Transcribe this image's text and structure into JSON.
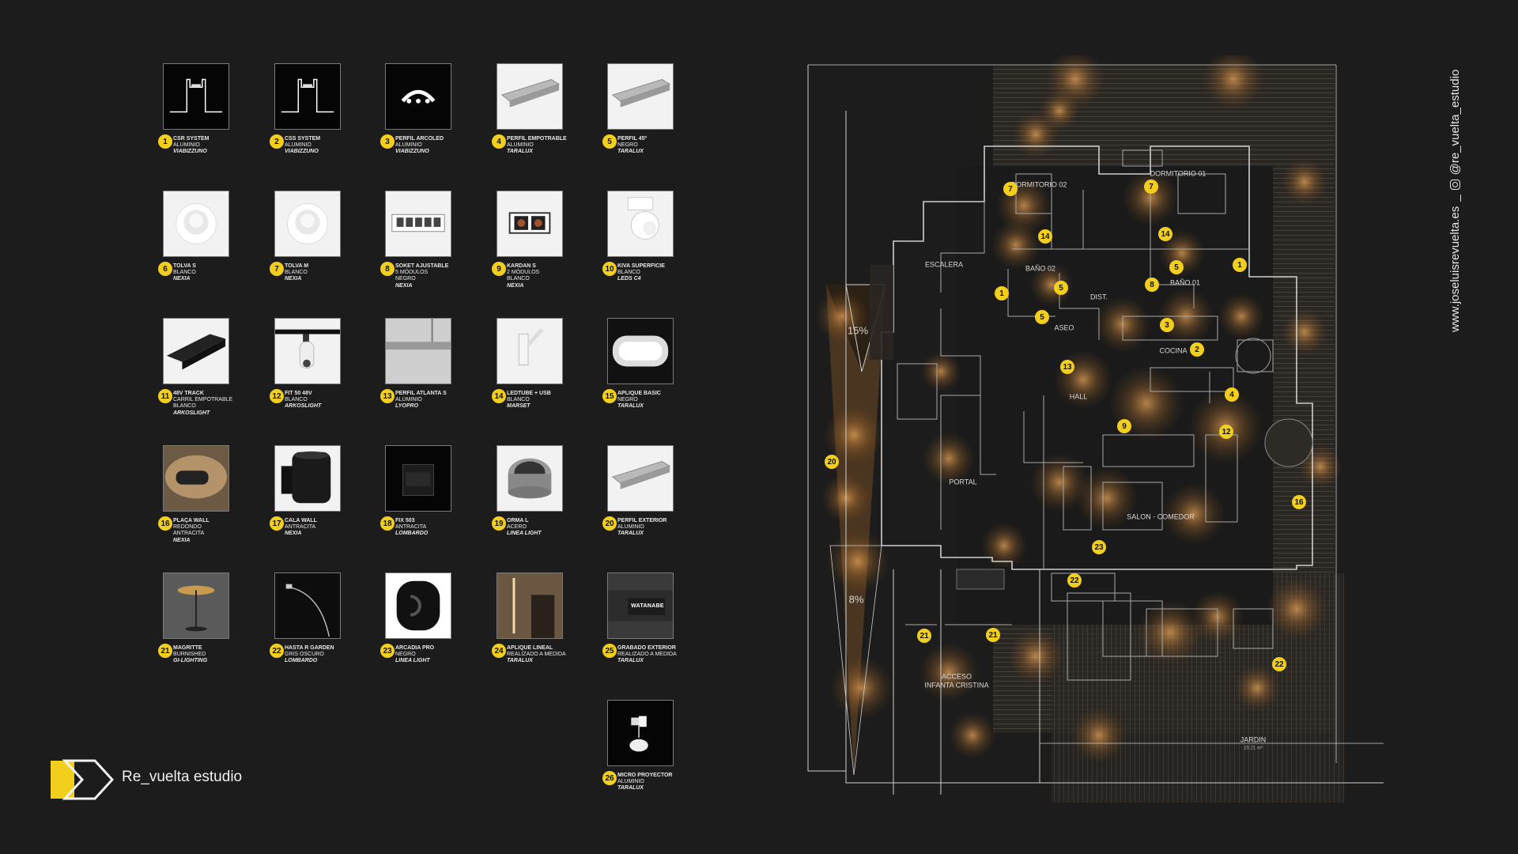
{
  "brand": {
    "name": "Re_vuelta estudio",
    "accent": "#f2cf1d"
  },
  "sidebar": {
    "website": "www.joseluisrevuelta.es",
    "separator": "_",
    "instagram": "@re_vuelta_estudio",
    "instagram_icon": "instagram-icon"
  },
  "catalog": [
    {
      "n": "1",
      "lines": [
        "CSR SYSTEM",
        "ALUMINIO",
        "VIABIZZUNO"
      ],
      "thumb": "dark",
      "icon": "profile-section-icon"
    },
    {
      "n": "2",
      "lines": [
        "CSS SYSTEM",
        "ALUMINIO",
        "VIABIZZUNO"
      ],
      "thumb": "dark",
      "icon": "profile-section-icon"
    },
    {
      "n": "3",
      "lines": [
        "PERFIL ARCOLED",
        "ALUMINIO",
        "VIABIZZUNO"
      ],
      "thumb": "dark",
      "icon": "arc-profile-icon"
    },
    {
      "n": "4",
      "lines": [
        "PERFIL EMPOTRABLE",
        "ALUMINIO",
        "TARALUX"
      ],
      "thumb": "light",
      "icon": "linear-profile-icon"
    },
    {
      "n": "5",
      "lines": [
        "PERFIL 45º",
        "NEGRO",
        "TARALUX"
      ],
      "thumb": "light",
      "icon": "linear-profile-icon"
    },
    {
      "n": "6",
      "lines": [
        "TOLVA S",
        "BLANCO",
        "NEXIA"
      ],
      "thumb": "light",
      "icon": "downlight-icon"
    },
    {
      "n": "7",
      "lines": [
        "TOLVA M",
        "BLANCO",
        "NEXIA"
      ],
      "thumb": "light",
      "icon": "downlight-icon"
    },
    {
      "n": "8",
      "lines": [
        "SOKET AJUSTABLE",
        "5 MÓDULOS",
        "NEGRO",
        "NEXIA"
      ],
      "thumb": "light",
      "icon": "multi-spot-icon"
    },
    {
      "n": "9",
      "lines": [
        "KARDAN S",
        "2 MÓDULOS",
        "BLANCO",
        "NEXIA"
      ],
      "thumb": "light",
      "icon": "double-spot-icon"
    },
    {
      "n": "10",
      "lines": [
        "KIVA SUPERFICIE",
        "BLANCO",
        "LEDS C4"
      ],
      "thumb": "light",
      "icon": "surface-spot-icon"
    },
    {
      "n": "11",
      "lines": [
        "48V TRACK",
        "CARRIL EMPOTRABLE",
        "BLANCO",
        "ARKOSLIGHT"
      ],
      "thumb": "light",
      "icon": "track-icon"
    },
    {
      "n": "12",
      "lines": [
        "FIT 50 48V",
        "BLANCO",
        "ARKOSLIGHT"
      ],
      "thumb": "light",
      "icon": "track-spot-icon"
    },
    {
      "n": "13",
      "lines": [
        "PERFIL ATLANTA S",
        "ALUMINIO",
        "LYOPRO"
      ],
      "thumb": "light",
      "icon": "pendant-profile-icon"
    },
    {
      "n": "14",
      "lines": [
        "LEDTUBE + USB",
        "BLANCO",
        "MARSET"
      ],
      "thumb": "light",
      "icon": "reading-light-icon"
    },
    {
      "n": "15",
      "lines": [
        "APLIQUE BASIC",
        "NEGRO",
        "TARALUX"
      ],
      "thumb": "light",
      "icon": "oval-sconce-icon"
    },
    {
      "n": "16",
      "lines": [
        "PLAÇA WALL",
        "REDONDO",
        "ANTRACITA",
        "NEXIA"
      ],
      "thumb": "dark",
      "icon": "wall-light-icon"
    },
    {
      "n": "17",
      "lines": [
        "CALA WALL",
        "ANTRACITA",
        "NEXIA"
      ],
      "thumb": "light",
      "icon": "cylinder-wall-icon"
    },
    {
      "n": "18",
      "lines": [
        "FIX 503",
        "ANTRACITA",
        "LOMBARDO"
      ],
      "thumb": "dark",
      "icon": "step-light-icon"
    },
    {
      "n": "19",
      "lines": [
        "ORMA L",
        "ACERO",
        "LINEA LIGHT"
      ],
      "thumb": "light",
      "icon": "inground-light-icon"
    },
    {
      "n": "20",
      "lines": [
        "PERFIL EXTERIOR",
        "ALUMINIO",
        "TARALUX"
      ],
      "thumb": "light",
      "icon": "linear-profile-icon"
    },
    {
      "n": "21",
      "lines": [
        "MAGRITTE",
        "BURNISHED",
        "GI-LIGHTING"
      ],
      "thumb": "dark",
      "icon": "floor-lamp-icon"
    },
    {
      "n": "22",
      "lines": [
        "HASTA R GARDEN",
        "GRIS OSCURO",
        "LOMBARDO"
      ],
      "thumb": "dark",
      "icon": "garden-arc-icon"
    },
    {
      "n": "23",
      "lines": [
        "ARCADIA PRO",
        "NEGRO",
        "LINEA LIGHT"
      ],
      "thumb": "light",
      "icon": "arcadia-light-icon"
    },
    {
      "n": "24",
      "lines": [
        "APLIQUE LINEAL",
        "REALIZADO A MEDIDA",
        "TARALUX"
      ],
      "thumb": "dark",
      "icon": "linear-wall-icon"
    },
    {
      "n": "25",
      "lines": [
        "GRABADO EXTERIOR",
        "REALIZADO A MEDIDA",
        "TARALUX"
      ],
      "thumb": "dark",
      "icon": "sign-plate-icon",
      "sign": "WATANABE"
    },
    {
      "n": "26",
      "lines": [
        "MICRO PROYECTOR",
        "ALUMINIO",
        "TARALUX"
      ],
      "thumb": "dark",
      "icon": "projector-icon"
    }
  ],
  "plan": {
    "rooms": [
      "DORMITORIO 02",
      "DORMITORIO 01",
      "ESCALERA",
      "BAÑO 02",
      "BAÑO 01",
      "DIST.",
      "ASEO",
      "COCINA",
      "HALL",
      "PORTAL",
      "SALON - COMEDOR",
      "ACCESO",
      "INFANTA CRISTINA",
      "JARDIN",
      "15%",
      "8%"
    ],
    "small": [
      "19,21 m²"
    ],
    "tags": [
      "7",
      "7",
      "14",
      "14",
      "1",
      "5",
      "1",
      "5",
      "8",
      "5",
      "3",
      "2",
      "13",
      "4",
      "9",
      "12",
      "20",
      "16",
      "23",
      "22",
      "21",
      "21",
      "22"
    ]
  }
}
